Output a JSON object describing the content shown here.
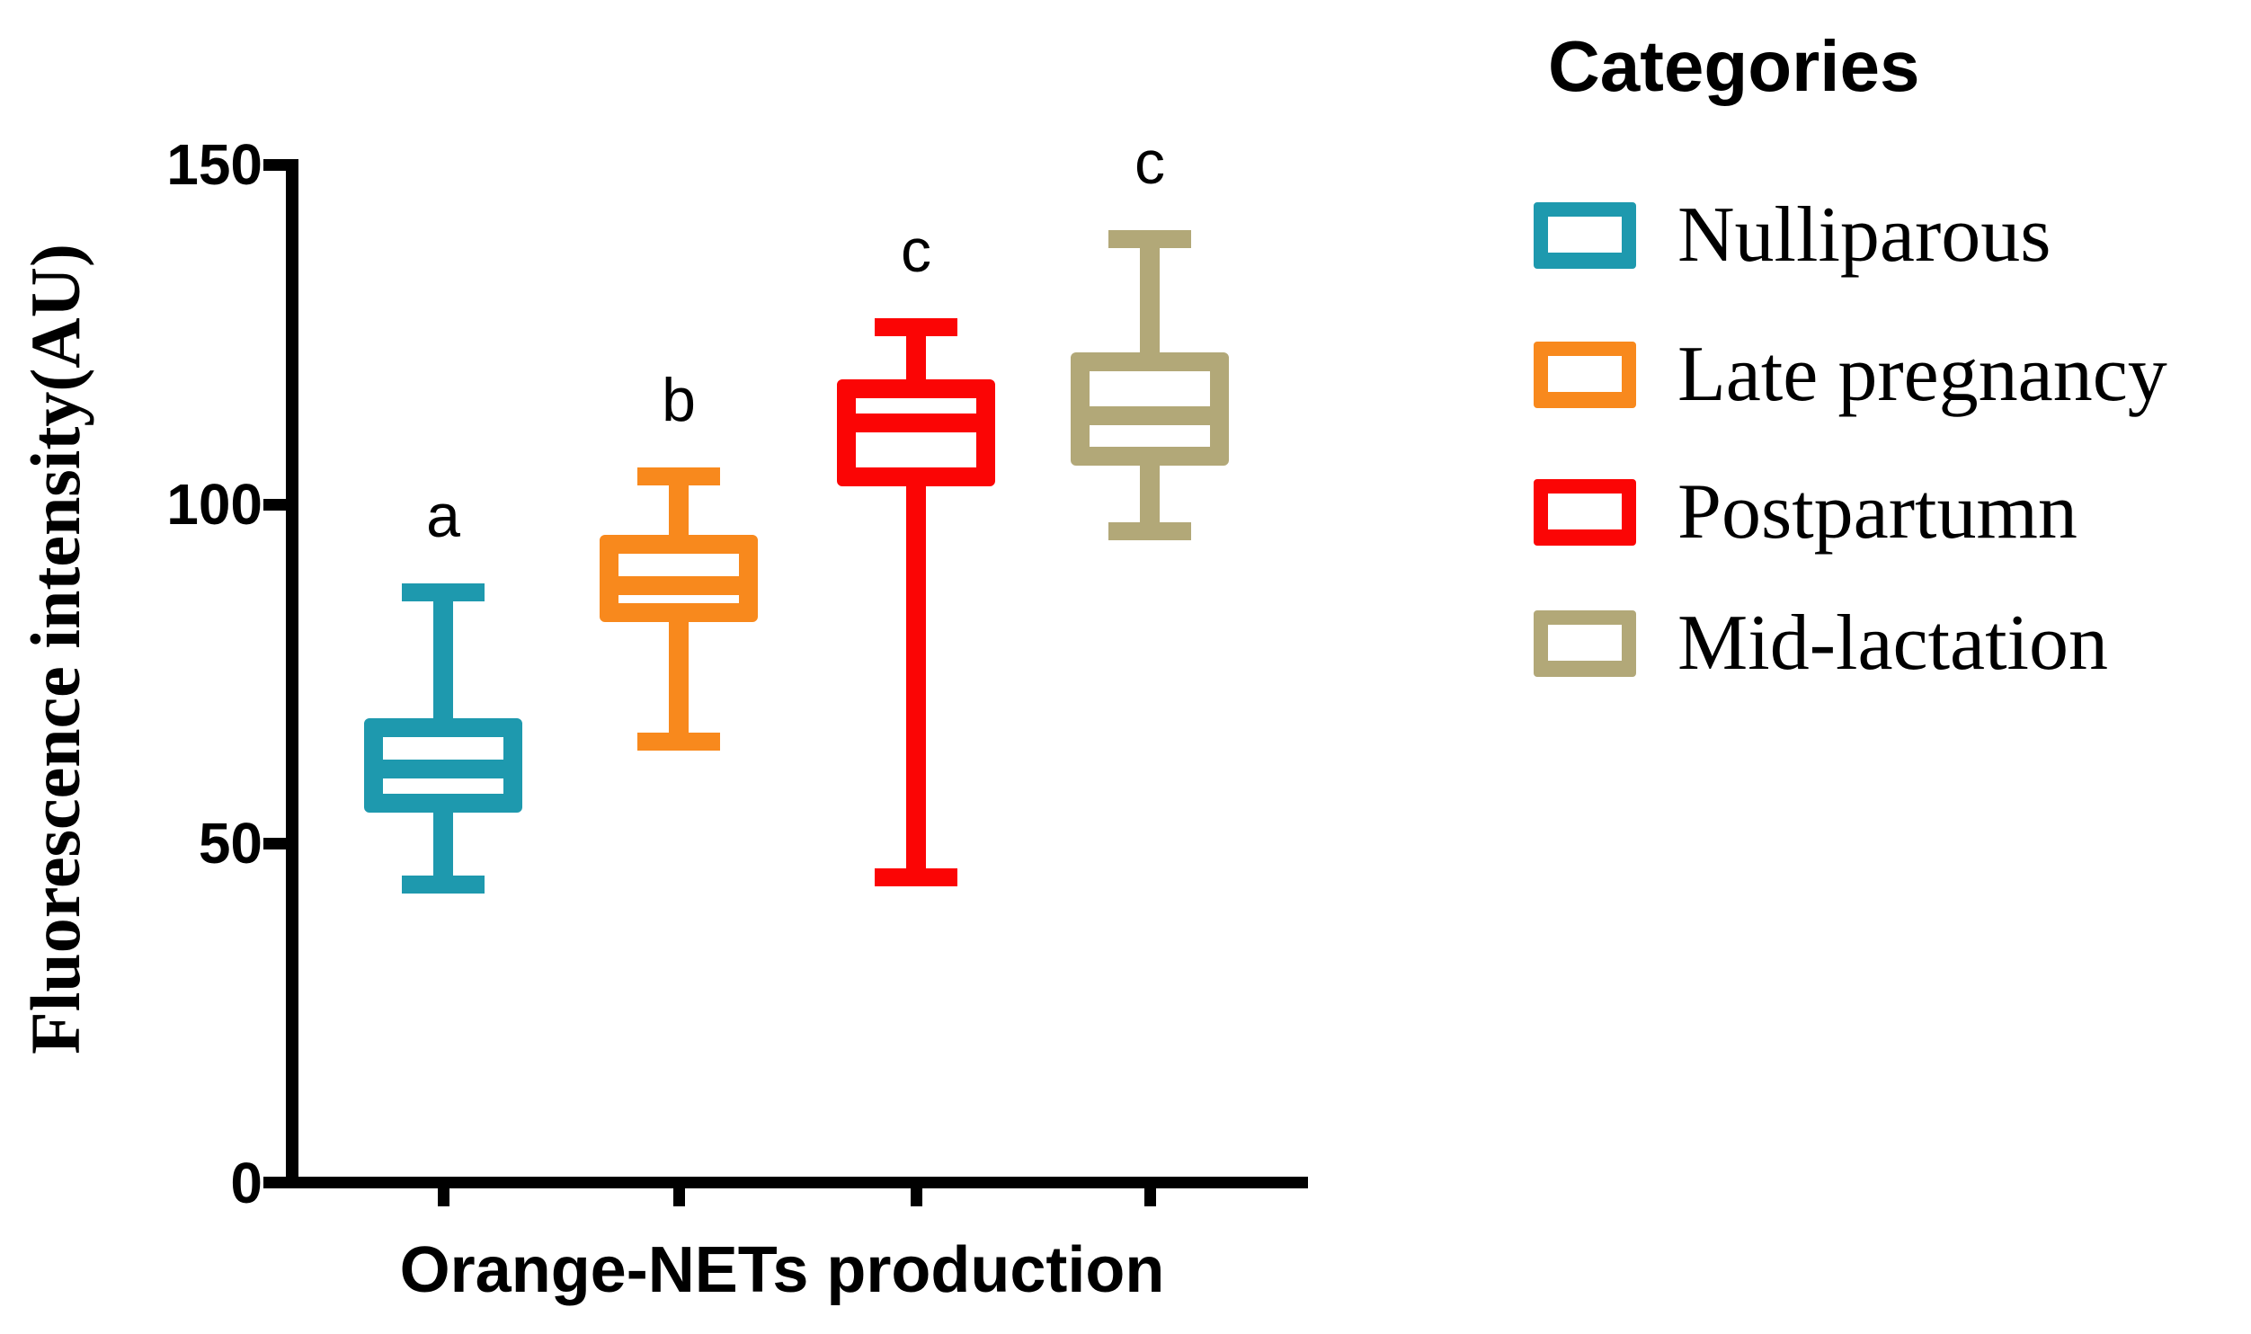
{
  "chart_data": {
    "type": "box",
    "title": "",
    "xlabel": "Orange-NETs production",
    "ylabel": "Fluorescence intensity(AU)",
    "ylim": [
      0,
      150
    ],
    "yticks": [
      150,
      100,
      50,
      0
    ],
    "grid": false,
    "legend_position": "right",
    "legend_title": "Categories",
    "categories": [
      "Orange-NETs production"
    ],
    "series": [
      {
        "name": "Nulliparous",
        "color": "#1E99AE",
        "min": 44,
        "q1": 56,
        "median": 61,
        "q3": 67,
        "max": 87,
        "sig_letter": "a"
      },
      {
        "name": "Late pregnancy",
        "color": "#F8891D",
        "min": 65,
        "q1": 84,
        "median": 88,
        "q3": 94,
        "max": 104,
        "sig_letter": "b"
      },
      {
        "name": "Postpartumn",
        "color": "#FB0505",
        "min": 45,
        "q1": 104,
        "median": 112,
        "q3": 117,
        "max": 126,
        "sig_letter": "c"
      },
      {
        "name": "Mid-lactation",
        "color": "#B2A878",
        "min": 96,
        "q1": 107,
        "median": 113,
        "q3": 121,
        "max": 139,
        "sig_letter": "c"
      }
    ]
  }
}
